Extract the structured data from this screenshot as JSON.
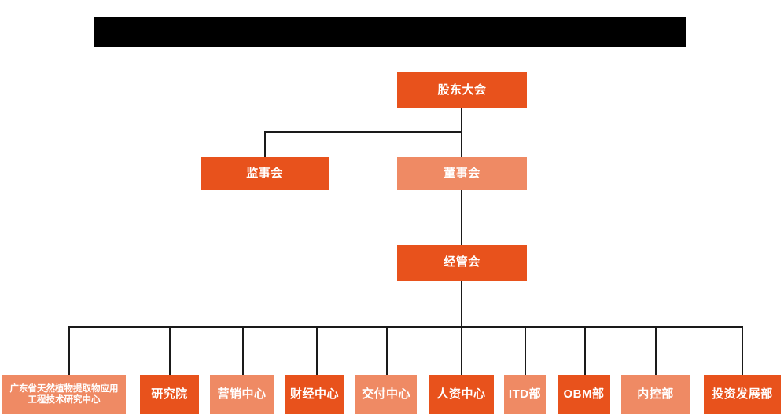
{
  "diagram": {
    "title_banner": {
      "name": "redacted-title-banner",
      "text": "",
      "color": "#000000"
    },
    "colors": {
      "primary_orange": "#E8521C",
      "secondary_orange": "#EF8A64",
      "connector": "#1a1a1a",
      "background": "#ffffff",
      "text": "#ffffff"
    },
    "nodes": {
      "shareholders_meeting": {
        "label": "股东大会",
        "style": "dark"
      },
      "board_of_supervisors": {
        "label": "监事会",
        "style": "dark"
      },
      "board_of_directors": {
        "label": "董事会",
        "style": "light"
      },
      "management_committee": {
        "label": "经管会",
        "style": "dark"
      }
    },
    "departments": [
      {
        "label": "广东省天然植物提取物应用工程技术研究中心",
        "style": "light"
      },
      {
        "label": "研究院",
        "style": "dark"
      },
      {
        "label": "营销中心",
        "style": "light"
      },
      {
        "label": "财经中心",
        "style": "dark"
      },
      {
        "label": "交付中心",
        "style": "light"
      },
      {
        "label": "人资中心",
        "style": "dark"
      },
      {
        "label": "ITD部",
        "style": "light"
      },
      {
        "label": "OBM部",
        "style": "dark"
      },
      {
        "label": "内控部",
        "style": "light"
      },
      {
        "label": "投资发展部",
        "style": "dark"
      }
    ]
  },
  "chart_data": {
    "type": "diagram",
    "subtype": "organizational-hierarchy",
    "title": "",
    "levels": [
      {
        "level": 1,
        "nodes": [
          "股东大会"
        ]
      },
      {
        "level": 2,
        "nodes": [
          "监事会",
          "董事会"
        ]
      },
      {
        "level": 3,
        "nodes": [
          "经管会"
        ]
      },
      {
        "level": 4,
        "nodes": [
          "广东省天然植物提取物应用工程技术研究中心",
          "研究院",
          "营销中心",
          "财经中心",
          "交付中心",
          "人资中心",
          "ITD部",
          "OBM部",
          "内控部",
          "投资发展部"
        ]
      }
    ],
    "edges": [
      {
        "from": "股东大会",
        "to": "监事会"
      },
      {
        "from": "股东大会",
        "to": "董事会"
      },
      {
        "from": "董事会",
        "to": "经管会"
      },
      {
        "from": "经管会",
        "to": "广东省天然植物提取物应用工程技术研究中心"
      },
      {
        "from": "经管会",
        "to": "研究院"
      },
      {
        "from": "经管会",
        "to": "营销中心"
      },
      {
        "from": "经管会",
        "to": "财经中心"
      },
      {
        "from": "经管会",
        "to": "交付中心"
      },
      {
        "from": "经管会",
        "to": "人资中心"
      },
      {
        "from": "经管会",
        "to": "ITD部"
      },
      {
        "from": "经管会",
        "to": "OBM部"
      },
      {
        "from": "经管会",
        "to": "内控部"
      },
      {
        "from": "经管会",
        "to": "投资发展部"
      }
    ]
  }
}
